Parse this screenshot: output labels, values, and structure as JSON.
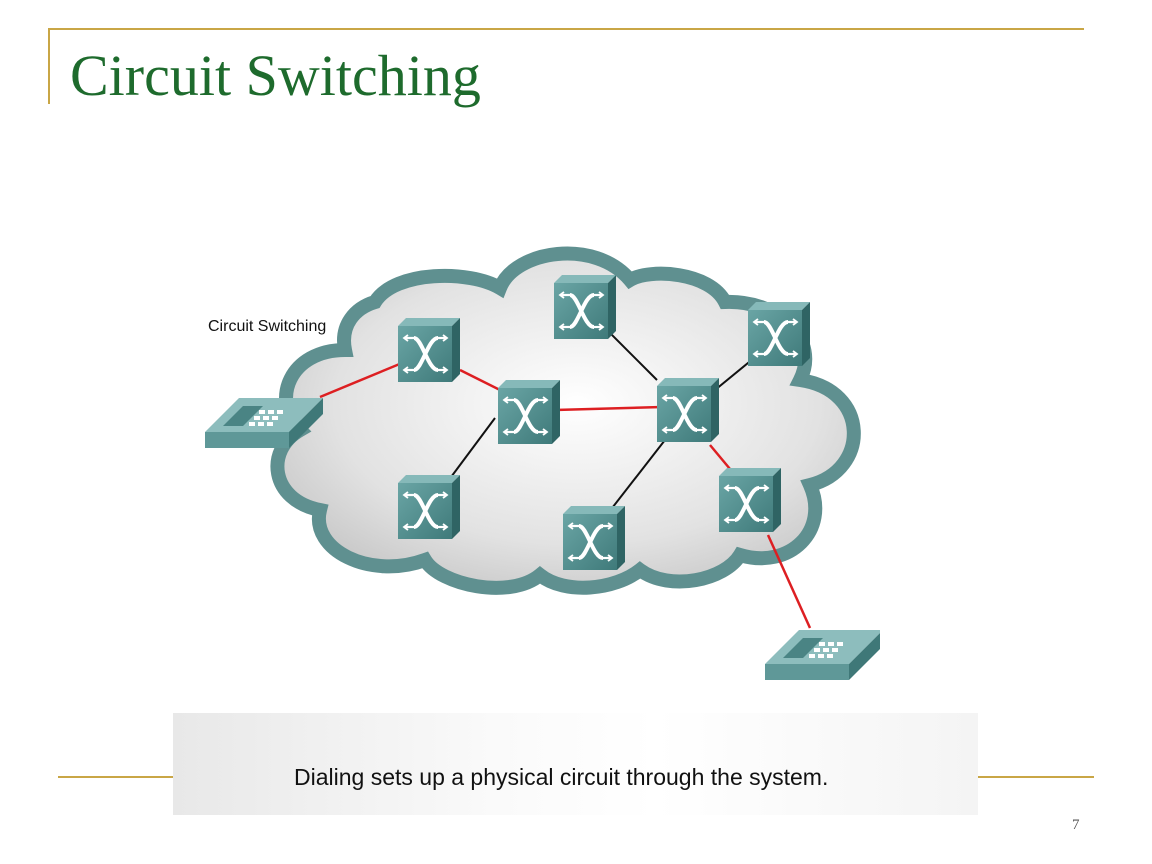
{
  "slide": {
    "title": "Circuit Switching",
    "page_number": "7"
  },
  "diagram": {
    "label": "Circuit Switching",
    "caption": "Dialing sets up a physical circuit through the system.",
    "colors": {
      "cloud_stroke": "#5f9090",
      "cloud_fill": "#e4e4e4",
      "switch": "#4d8a8a",
      "circuit_link": "#dd1f22",
      "other_link": "#111111"
    },
    "nodes": [
      "phone-left",
      "switch-1",
      "switch-2",
      "switch-3",
      "switch-4",
      "switch-5",
      "switch-6",
      "switch-7",
      "switch-8",
      "phone-right"
    ],
    "active_path": [
      "phone-left",
      "switch-1",
      "switch-2",
      "switch-5",
      "switch-8",
      "phone-right"
    ]
  },
  "accent_color": "#c9a646",
  "title_color": "#1e6b2d"
}
